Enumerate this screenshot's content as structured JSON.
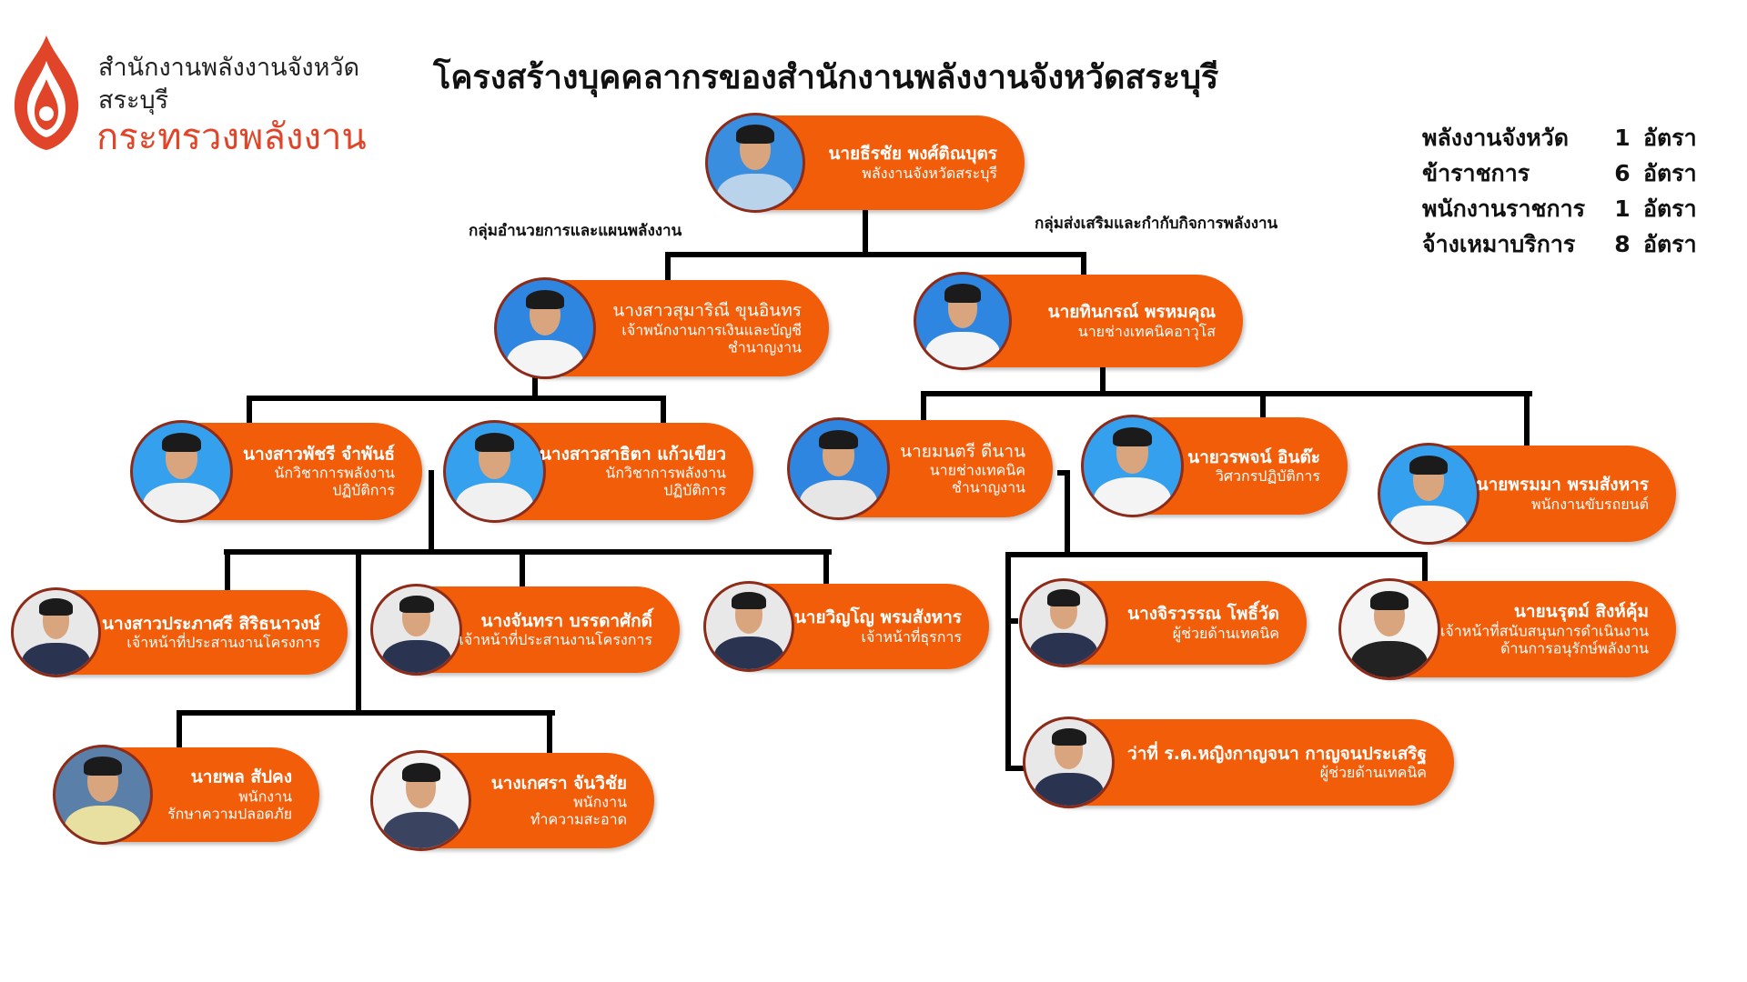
{
  "header": {
    "org_line1": "สำนักงานพลังงานจังหวัด",
    "org_line2": "สระบุรี",
    "ministry": "กระทรวงพลังงาน",
    "title": "โครงสร้างบุคคลากรของสำนักงานพลังงานจังหวัดสระบุรี",
    "accent_color": "#f25d0a",
    "logo_color": "#e0452a"
  },
  "groups": {
    "left": "กลุ่มอำนวยการและแผนพลังงาน",
    "right": "กลุ่มส่งเสริมและกำกับกิจการพลังงาน"
  },
  "stats": [
    {
      "label": "พลังงานจังหวัด",
      "count": "1",
      "unit": "อัตรา"
    },
    {
      "label": "ข้าราชการ",
      "count": "6",
      "unit": "อัตรา"
    },
    {
      "label": "พนักงานราชการ",
      "count": "1",
      "unit": "อัตรา"
    },
    {
      "label": "จ้างเหมาบริการ",
      "count": "8",
      "unit": "อัตรา"
    }
  ],
  "people": [
    {
      "name": "นายธีรชัย พงศ์ติณบุตร",
      "title_lines": [
        "พลังงานจังหวัดสระบุรี"
      ],
      "photo_bg": "#3a8ee0",
      "outfit": "#b9d3ea"
    },
    {
      "name": "นางสาวสุมาริณี ขุนอินทร",
      "title_lines": [
        "เจ้าพนักงานการเงินและบัญชี",
        "ชำนาญงาน"
      ],
      "photo_bg": "#2f86e0",
      "outfit": "#f4f4f4",
      "name_regular": true
    },
    {
      "name": "นายทินกรณ์ พรหมคุณ",
      "title_lines": [
        "นายช่างเทคนิคอาวุโส"
      ],
      "photo_bg": "#2f86e0",
      "outfit": "#f4f4f4"
    },
    {
      "name": "นางสาวพัชรี จำพันธ์",
      "title_lines": [
        "นักวิชาการพลังงาน",
        "ปฏิบัติการ"
      ],
      "photo_bg": "#35a0ee",
      "outfit": "#f0f0f0"
    },
    {
      "name": "นางสาวสาธิตา แก้วเขียว",
      "title_lines": [
        "นักวิชาการพลังงาน",
        "ปฏิบัติการ"
      ],
      "photo_bg": "#35a0ee",
      "outfit": "#f0f0f0"
    },
    {
      "name": "นายมนตรี ดีนาน",
      "title_lines": [
        "นายช่างเทคนิค",
        "ชำนาญงาน"
      ],
      "photo_bg": "#2f86e0",
      "outfit": "#e6e6e6",
      "name_regular": true
    },
    {
      "name": "นายวรพจน์ อินต๊ะ",
      "title_lines": [
        "วิศวกรปฏิบัติการ"
      ],
      "photo_bg": "#35a0ee",
      "outfit": "#f4f4f4"
    },
    {
      "name": "นายพรมมา พรมสังหาร",
      "title_lines": [
        "พนักงานขับรถยนต์"
      ],
      "photo_bg": "#35a0ee",
      "outfit": "#f4f4f4"
    },
    {
      "name": "นางสาวประภาศรี สิริธนาวงษ์",
      "title_lines": [
        "เจ้าหน้าที่ประสานงานโครงการ"
      ],
      "photo_bg": "#e8e8e8",
      "outfit": "#2a3350"
    },
    {
      "name": "นางจันทรา บรรดาศักดิ์",
      "title_lines": [
        "เจ้าหน้าที่ประสานงานโครงการ"
      ],
      "photo_bg": "#e8e8e8",
      "outfit": "#2a3350"
    },
    {
      "name": "นายวิญโญ พรมสังหาร",
      "title_lines": [
        "เจ้าหน้าที่ธุรการ"
      ],
      "photo_bg": "#e8e8e8",
      "outfit": "#2a3350"
    },
    {
      "name": "นางจิรวรรณ โพธิ์วัด",
      "title_lines": [
        "ผู้ช่วยด้านเทคนิค"
      ],
      "photo_bg": "#e8e8e8",
      "outfit": "#2a3350"
    },
    {
      "name": "นายนรุตม์ สิงห์คุ้ม",
      "title_lines": [
        "เจ้าหน้าที่สนับสนุนการดำเนินงาน",
        "ด้านการอนุรักษ์พลังงาน"
      ],
      "photo_bg": "#f4f4f4",
      "outfit": "#222"
    },
    {
      "name": "ว่าที่ ร.ต.หญิงกาญจนา กาญจนประเสริฐ",
      "title_lines": [
        "ผู้ช่วยด้านเทคนิค"
      ],
      "photo_bg": "#e8e8e8",
      "outfit": "#2a3350"
    },
    {
      "name": "นายพล สัปคง",
      "title_lines": [
        "พนักงาน",
        "รักษาความปลอดภัย"
      ],
      "photo_bg": "#5a7fa8",
      "outfit": "#e8e0a0"
    },
    {
      "name": "นางเกศรา จันวิชัย",
      "title_lines": [
        "พนักงาน",
        "ทำความสะอาด"
      ],
      "photo_bg": "#f4f4f4",
      "outfit": "#3a4460"
    }
  ]
}
